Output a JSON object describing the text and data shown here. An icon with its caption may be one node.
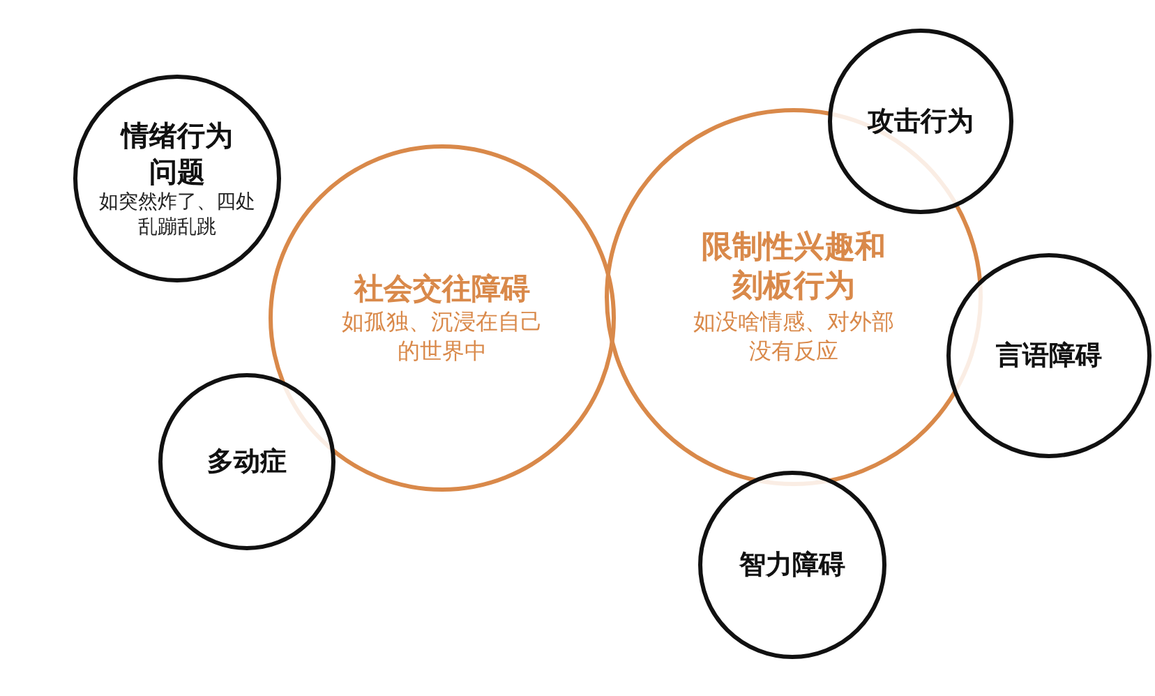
{
  "diagram": {
    "nodes": [
      {
        "text": [
          "情绪行为问题",
          "如突然炸了、四处乱蹦乱跳"
        ]
      },
      {
        "text": [
          "社会交往障碍",
          "如孤独、沉浸在自己的世界中"
        ]
      },
      {
        "text": [
          "限制性兴趣和刻板行为",
          "如没啥情感、对外部没有反应"
        ]
      },
      {
        "text": [
          "攻击行为"
        ]
      },
      {
        "text": [
          "言语障碍"
        ]
      },
      {
        "text": [
          "多动症"
        ]
      },
      {
        "text": [
          "智力障碍"
        ]
      }
    ]
  }
}
